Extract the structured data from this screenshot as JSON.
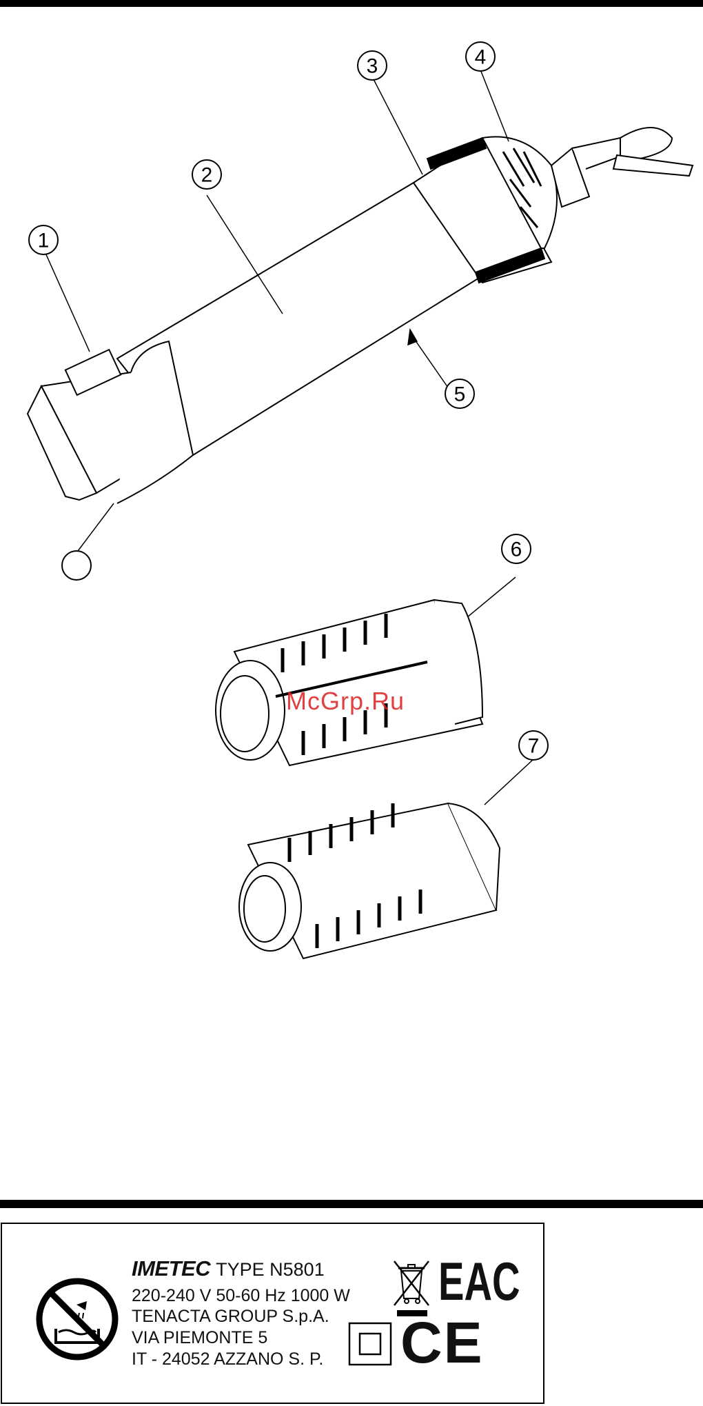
{
  "callouts": [
    {
      "id": "1",
      "label": "1"
    },
    {
      "id": "2",
      "label": "2"
    },
    {
      "id": "3",
      "label": "3"
    },
    {
      "id": "4",
      "label": "4"
    },
    {
      "id": "5",
      "label": "5"
    },
    {
      "id": "blank",
      "label": ""
    },
    {
      "id": "6",
      "label": "6"
    },
    {
      "id": "7",
      "label": "7"
    }
  ],
  "watermark": "McGrp.Ru",
  "rating_label": {
    "brand": "IMETEC",
    "type": "TYPE N5801",
    "specs": "220-240 V  50-60 Hz  1000 W",
    "company": "TENACTA GROUP S.p.A.",
    "address": "VIA PIEMONTE 5",
    "city": "IT - 24052 AZZANO S. P.",
    "mark_eac": "EAC",
    "mark_ce": "CE"
  },
  "icons": [
    "no-water-bath-icon",
    "weee-crossed-bin-icon",
    "eac-mark-icon",
    "double-insulation-icon",
    "ce-mark-icon"
  ],
  "colors": {
    "ink": "#000000",
    "watermark": "#dc1e1e"
  }
}
